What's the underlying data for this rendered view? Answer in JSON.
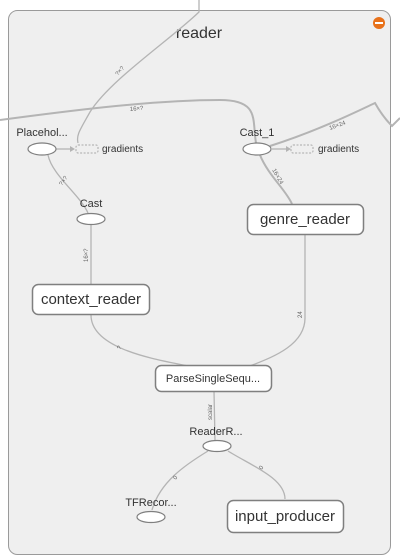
{
  "graph": {
    "title": "reader",
    "nodes": {
      "placeholder": "Placehol...",
      "cast1": "Cast_1",
      "cast": "Cast",
      "genre_reader": "genre_reader",
      "context_reader": "context_reader",
      "parse": "ParseSingleSequ...",
      "readerr": "ReaderR...",
      "tfrecord": "TFRecor...",
      "input_producer": "input_producer",
      "gradients_left": "gradients",
      "gradients_right": "gradients"
    },
    "edges": {
      "top_in": "?×?",
      "cross_left": "16×?",
      "cross_right": "16×24",
      "placeholder_cast": "?×?",
      "cast1_genre": "16×24",
      "cast_context": "16×?",
      "context_parse": "?",
      "genre_parse": "24",
      "parse_reader": "scalar",
      "reader_tf": "0",
      "reader_input": "0"
    },
    "colors": {
      "panel_fill": "#efefef",
      "panel_stroke": "#9a9a9a",
      "node_fill": "#ffffff",
      "node_stroke": "#7f7f7f",
      "edge": "#b4b4b4",
      "collapse_button": "#e8711a"
    }
  }
}
